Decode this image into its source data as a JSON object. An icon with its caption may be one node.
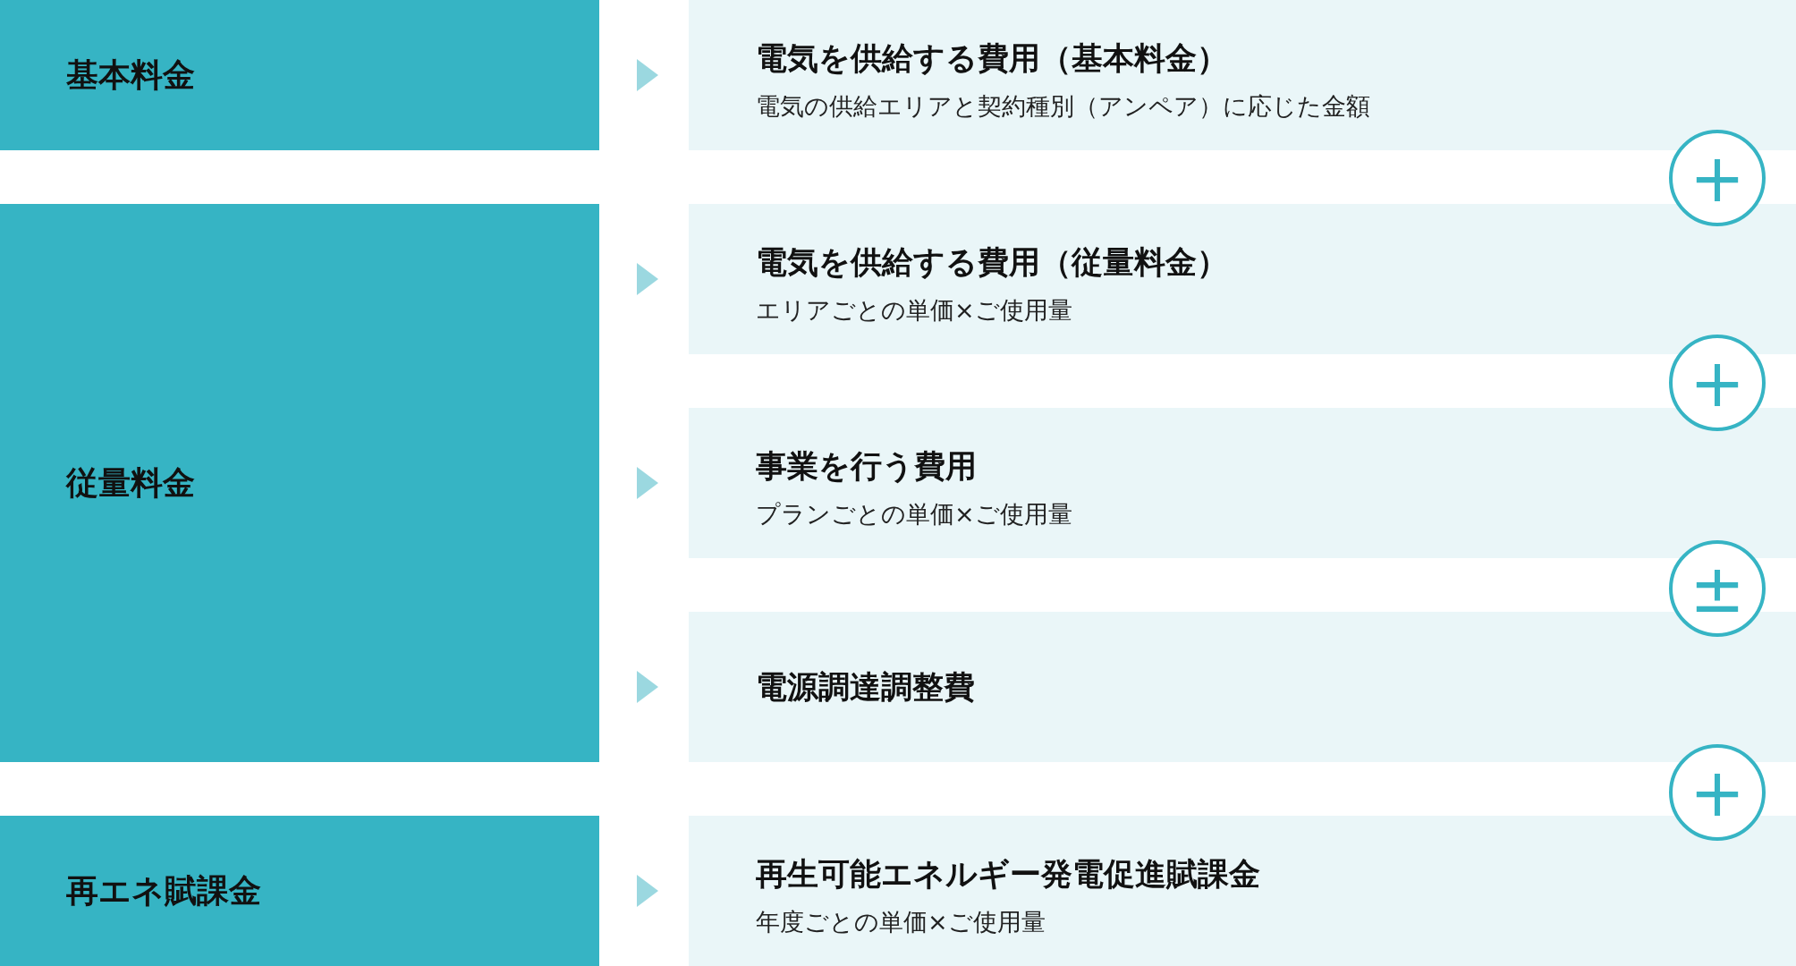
{
  "diagram": {
    "nodes": [
      {
        "text": [
          "基本料金"
        ]
      },
      {
        "text": [
          "従量料金"
        ]
      },
      {
        "text": [
          "再エネ賦課金"
        ]
      },
      {
        "text": [
          "電気を供給する費用（基本料金）",
          "電気の供給エリアと契約種別（アンペア）に応じた金額"
        ]
      },
      {
        "text": [
          "+"
        ]
      },
      {
        "text": [
          "電気を供給する費用（従量料金）",
          "エリアごとの単価×ご使用量"
        ]
      },
      {
        "text": [
          "+"
        ]
      },
      {
        "text": [
          "事業を行う費用",
          "プランごとの単価×ご使用量"
        ]
      },
      {
        "text": [
          "±"
        ]
      },
      {
        "text": [
          "電源調達調整費"
        ]
      },
      {
        "text": [
          "+"
        ]
      },
      {
        "text": [
          "再生可能エネルギー発電促進賦課金",
          "年度ごとの単価×ご使用量"
        ]
      }
    ],
    "edges": [
      {
        "from": 0,
        "to": 3,
        "arrow": "to"
      },
      {
        "from": 1,
        "to": 5,
        "arrow": "to"
      },
      {
        "from": 1,
        "to": 7,
        "arrow": "to"
      },
      {
        "from": 1,
        "to": 9,
        "arrow": "to"
      },
      {
        "from": 2,
        "to": 11,
        "arrow": "to"
      }
    ]
  }
}
